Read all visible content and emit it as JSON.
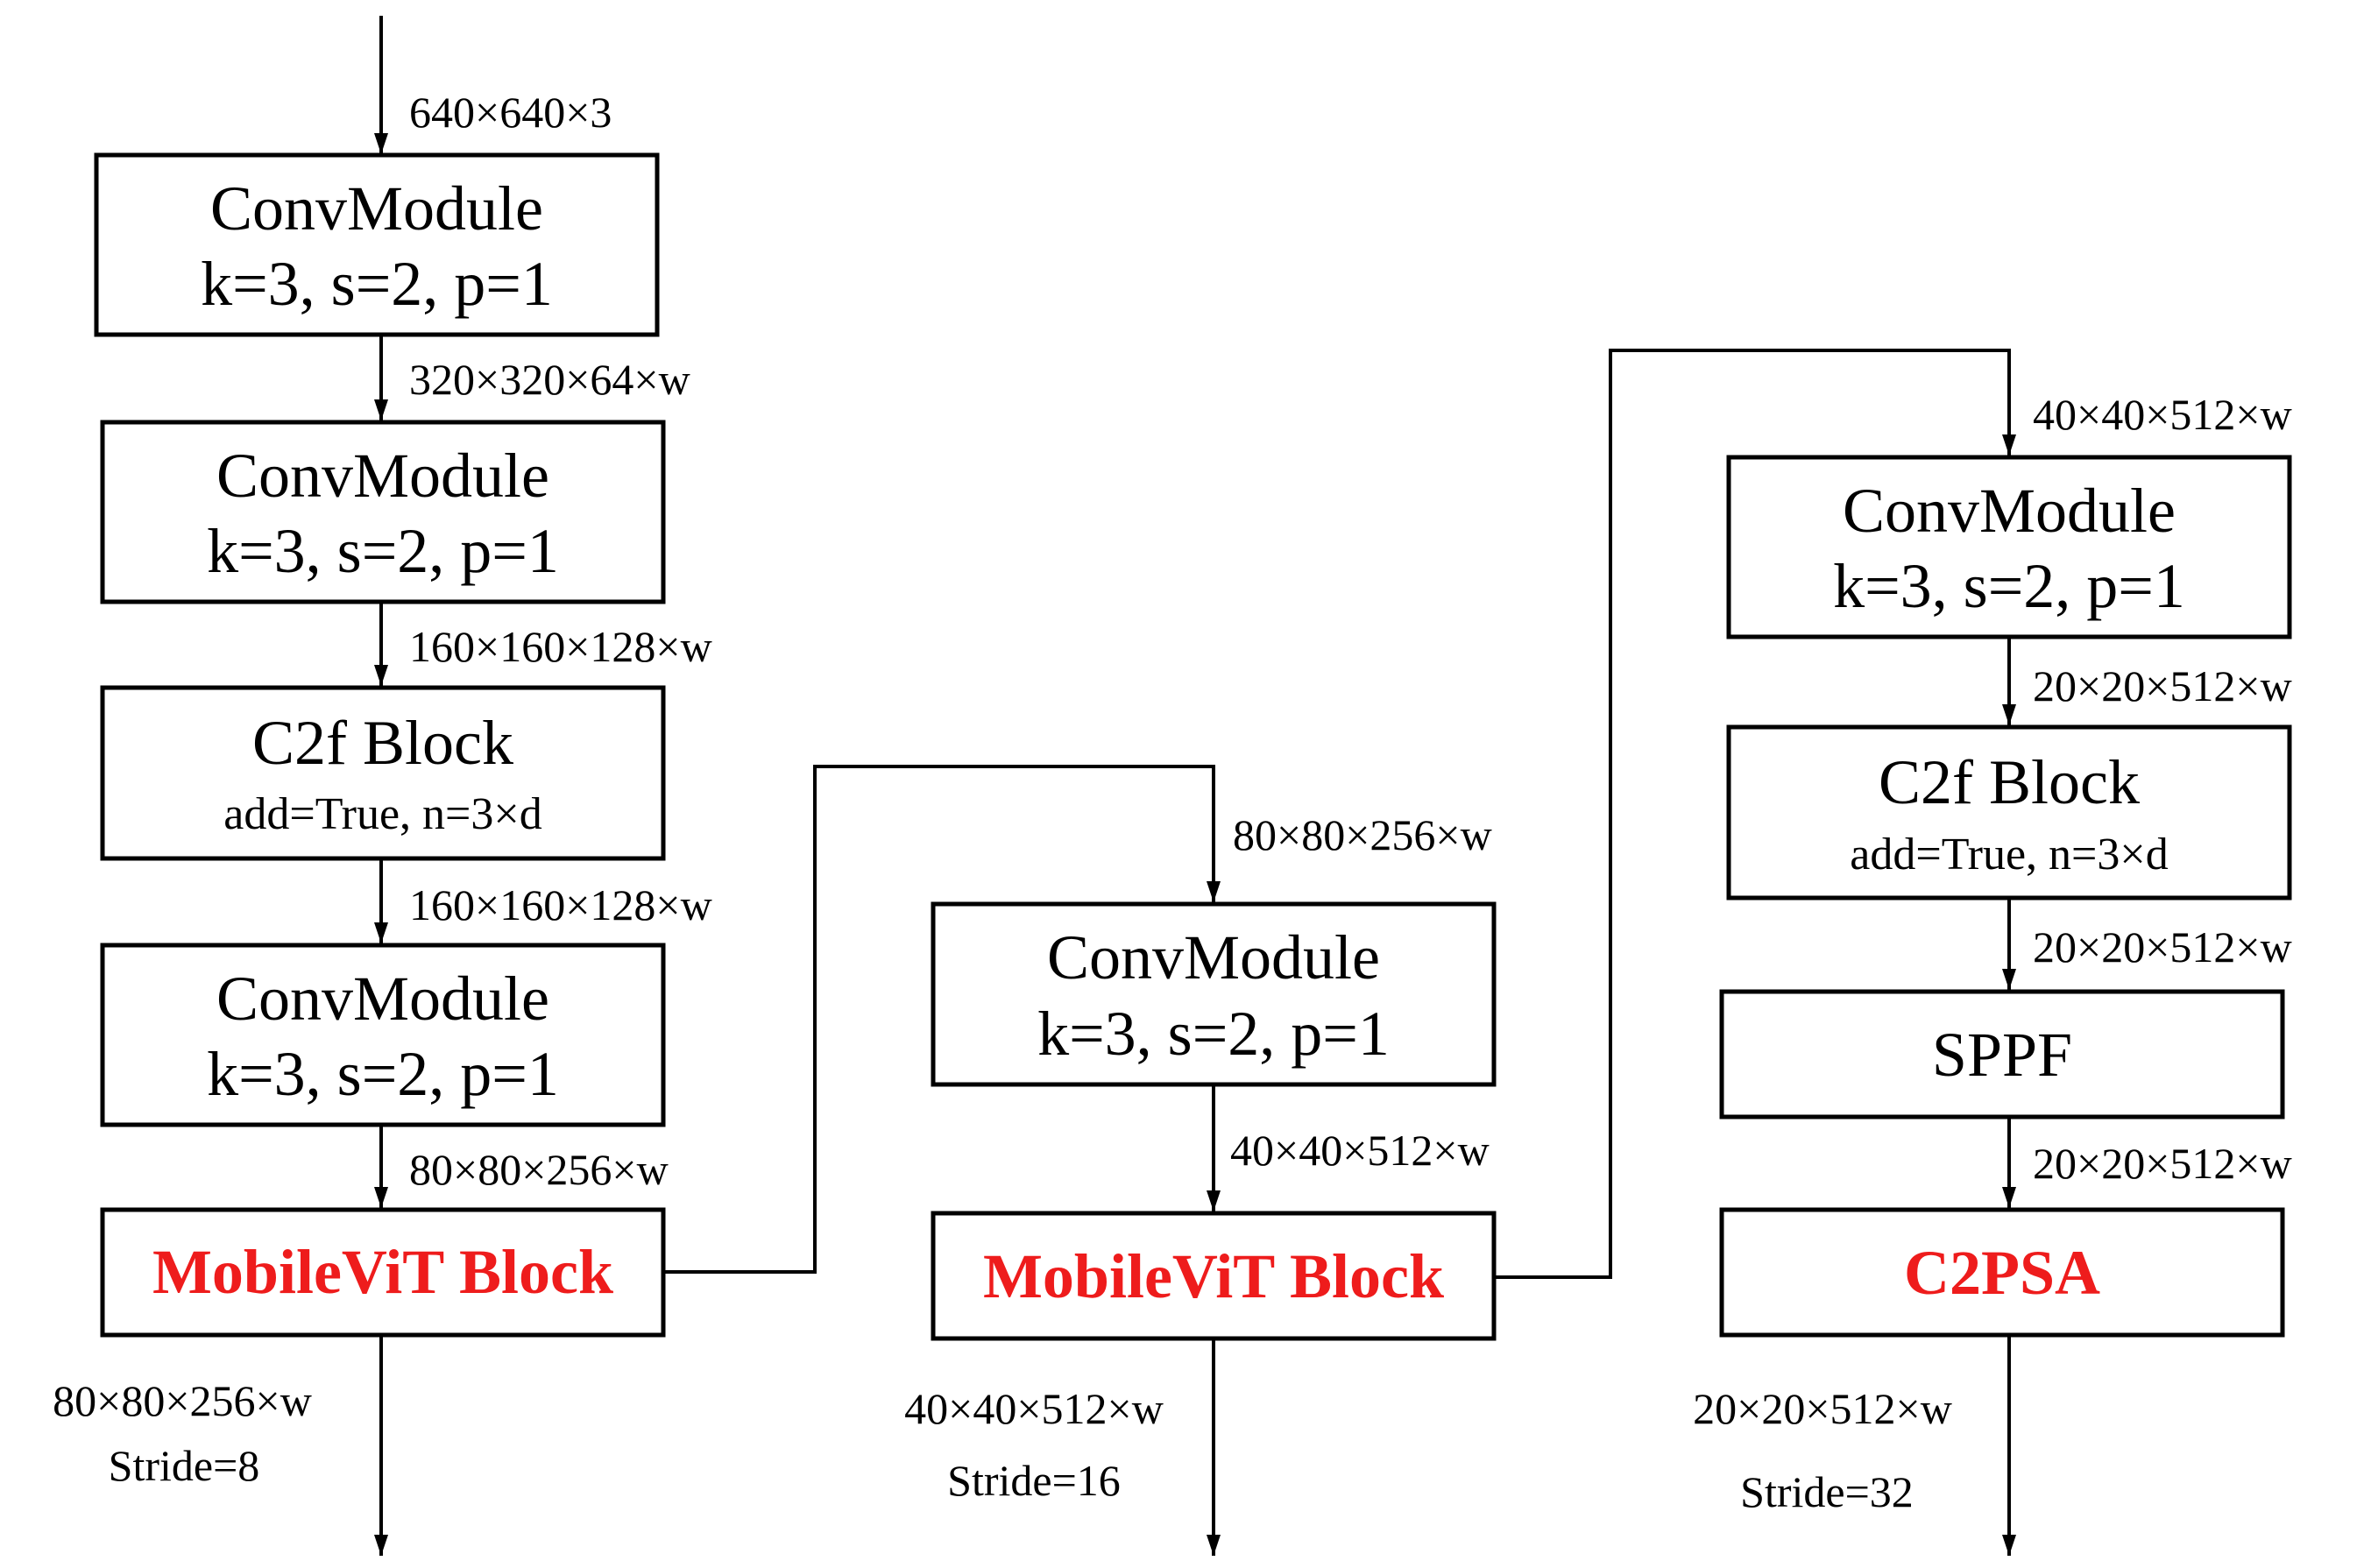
{
  "colors": {
    "highlight": "#ee1c1c",
    "line": "#000000",
    "background": "#ffffff"
  },
  "column1": {
    "input_dim": "640×640×3",
    "conv1": {
      "title": "ConvModule",
      "params": "k=3, s=2, p=1"
    },
    "dim1": "320×320×64×w",
    "conv2": {
      "title": "ConvModule",
      "params": "k=3, s=2, p=1"
    },
    "dim2": "160×160×128×w",
    "c2f": {
      "title": "C2f Block",
      "params": "add=True, n=3×d"
    },
    "dim3": "160×160×128×w",
    "conv3": {
      "title": "ConvModule",
      "params": "k=3, s=2, p=1"
    },
    "dim4": "80×80×256×w",
    "mvit": {
      "title": "MobileViT Block"
    },
    "out_dim": "80×80×256×w",
    "out_stride": "Stride=8"
  },
  "column2": {
    "in_dim": "80×80×256×w",
    "conv": {
      "title": "ConvModule",
      "params": "k=3, s=2, p=1"
    },
    "dim1": "40×40×512×w",
    "mvit": {
      "title": "MobileViT Block"
    },
    "out_dim": "40×40×512×w",
    "out_stride": "Stride=16"
  },
  "column3": {
    "in_dim": "40×40×512×w",
    "conv": {
      "title": "ConvModule",
      "params": "k=3, s=2, p=1"
    },
    "dim1": "20×20×512×w",
    "c2f": {
      "title": "C2f Block",
      "params": "add=True, n=3×d"
    },
    "dim2": "20×20×512×w",
    "sppf": {
      "title": "SPPF"
    },
    "dim3": "20×20×512×w",
    "c2psa": {
      "title": "C2PSA"
    },
    "out_dim": "20×20×512×w",
    "out_stride": "Stride=32"
  }
}
